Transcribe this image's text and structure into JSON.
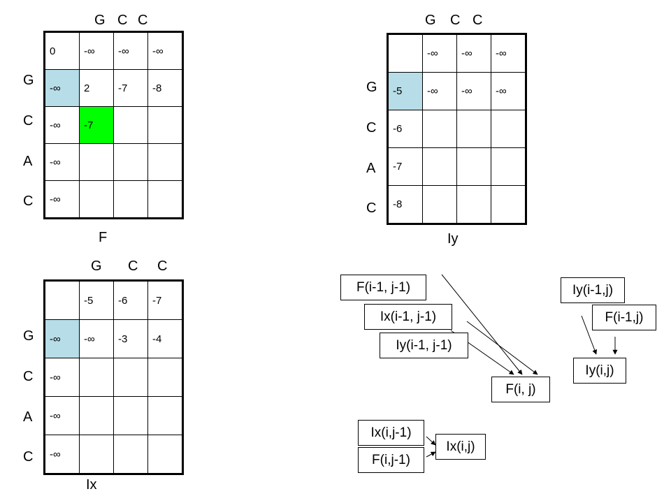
{
  "f_panel": {
    "columns": [
      "G",
      "C",
      "C"
    ],
    "rows": [
      "G",
      "C",
      "A",
      "C"
    ],
    "caption": "F",
    "cells": [
      [
        "0",
        "-∞",
        "-∞",
        "-∞"
      ],
      [
        "-∞",
        "2",
        "-7",
        "-8"
      ],
      [
        "-∞",
        "-7",
        "",
        ""
      ],
      [
        "-∞",
        "",
        "",
        ""
      ],
      [
        "-∞",
        "",
        "",
        ""
      ]
    ]
  },
  "iy_panel": {
    "columns": [
      "G",
      "C",
      "C"
    ],
    "rows": [
      "G",
      "C",
      "A",
      "C"
    ],
    "caption": "Iy",
    "cells": [
      [
        "",
        "-∞",
        "-∞",
        "-∞"
      ],
      [
        "-5",
        "-∞",
        "-∞",
        "-∞"
      ],
      [
        "-6",
        "",
        "",
        ""
      ],
      [
        "-7",
        "",
        "",
        ""
      ],
      [
        "-8",
        "",
        "",
        ""
      ]
    ]
  },
  "ix_panel": {
    "columns": [
      "G",
      "C",
      "C"
    ],
    "rows": [
      "G",
      "C",
      "A",
      "C"
    ],
    "caption": "Ix",
    "cells": [
      [
        "",
        "-5",
        "-6",
        "-7"
      ],
      [
        "-∞",
        "-∞",
        "-3",
        "-4"
      ],
      [
        "-∞",
        "",
        "",
        ""
      ],
      [
        "-∞",
        "",
        "",
        ""
      ],
      [
        "-∞",
        "",
        "",
        ""
      ]
    ]
  },
  "highlight_colors": {
    "blue": "#b7dde8",
    "green": "#00ff00"
  },
  "dependency_nodes": {
    "f_prev_diag": "F(i-1, j-1)",
    "ix_prev_diag": "Ix(i-1, j-1)",
    "iy_prev_diag": "Iy(i-1, j-1)",
    "f_cur": "F(i, j)",
    "iy_prev_row": "Iy(i-1,j)",
    "f_prev_row": "F(i-1,j)",
    "iy_cur": "Iy(i,j)",
    "ix_prev_col": "Ix(i,j-1)",
    "f_prev_col": "F(i,j-1)",
    "ix_cur": "Ix(i,j)"
  }
}
